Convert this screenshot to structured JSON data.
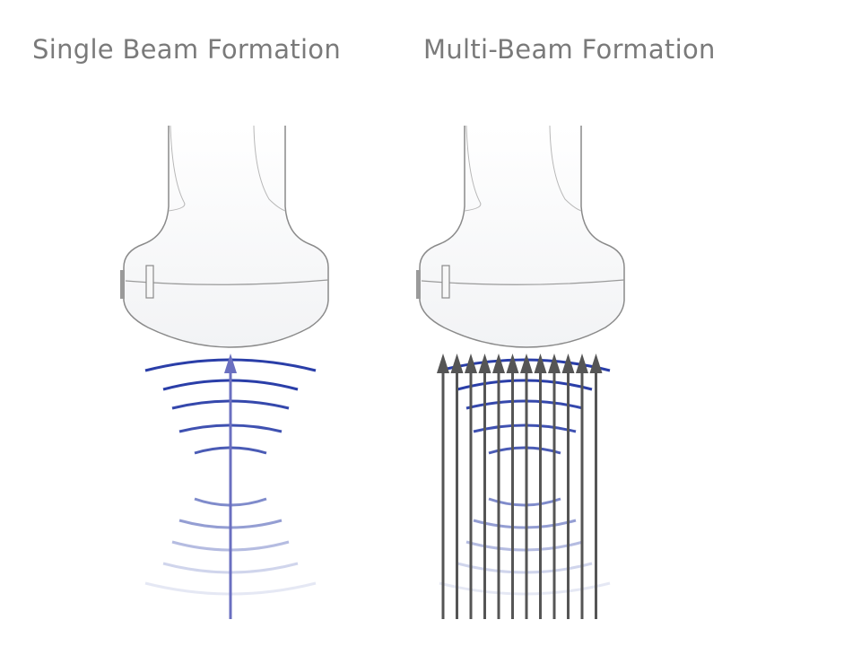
{
  "panels": [
    {
      "title": "Single Beam Formation",
      "beam_count": 1
    },
    {
      "title": "Multi-Beam Formation",
      "beam_count": 12
    }
  ],
  "colors": {
    "wave": "#2a3ea8",
    "single_beam": "#6a6fc0",
    "multi_beam": "#555555",
    "probe_outline": "#8a8a8a",
    "probe_fill": "#f4f5f7",
    "title": "#7a7a7a"
  }
}
